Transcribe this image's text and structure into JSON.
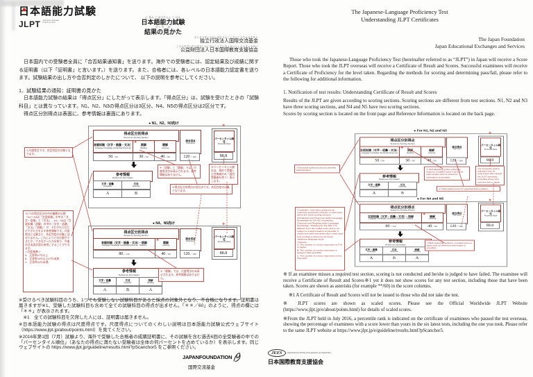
{
  "colors": {
    "annotation_red": "#b23a34",
    "table_border_red": "#9e3a34",
    "logo_red": "#dd2418",
    "paper": "#fdfdfc"
  },
  "left_page": {
    "logo": {
      "wordmark": "日本語能力試験",
      "acronym": "JLPT",
      "tagline": "Japanese-Language Proficiency Test"
    },
    "doc_title": {
      "furigana1": "に ほん ご のうりょく し けん",
      "line1": "日本語能力試験",
      "furigana2": "けっ か　 み",
      "line2": "結果の見かた"
    },
    "orgs": [
      {
        "furigana": "どくりつぎょうせいほうじんこくさいこうりゅうききん",
        "name": "独立行政法人国際交流基金"
      },
      {
        "furigana": "こうえきざいだんほうじんにほんこくさいきょういくしえんきょうかい",
        "name": "公益財団法人日本国際教育支援協会"
      }
    ],
    "intro": "　日本国内での受験者全員に「合否結果通知書」を送ります。海外での受験者には、認定結果及び成績に関する証明書（以下「証明書」と言います。）を送ります。また、合格者には、各レベルの日本語能力認定書を送ります。試験結果の出し方や合否判定のしかたについて、 以下の説明を参考にしてください。",
    "section1_heading": "1．試験結果の通知：証明書の見かた",
    "section1_body": "　日本語能力試験の結果は「得点区分」にしたがって表示します。「得点区分」は、試験を受けたときの「試験科目」とは異なっています。N1、N2、N3の得点区分は3区分、N4、N5の得点区分は2区分です。\n　得点区分別得点は表面に、参考情報は裏面にあります。",
    "captions": {
      "n123": "● N1、N2、N3向け",
      "n45": "● N4、N5向け"
    },
    "callouts": {
      "c1": "①尺度得点です。合否判定の対象となります。",
      "c3": "③1つの得点区分の中の複数の分野（N1〜N3は「言語知識」の中の「文字・語彙」と「文法」、N4、N5は「言語知識・読解」の中の「文字・語彙」「文法」「読解」）が、それぞれどれだけできたかを示す参考情報です。尺度得点とは異なり、合否判定の対象にはなりません。これによりどの分野ができたか／できなかったかを知り、今後の日本語学習の参考にすることができます。\n＜判定基準＞\nA　正答率67％以上\nB　正答率34％以上67％未満\nC　正答率34％未満",
      "c4_n123": "④「読解」と「聴解」では、尺度得点のみ表示されます。参考情報はありません。",
      "c2": "②得点区分別得点の合計点です。合否判定の対象となります。",
      "c5": "⑤パーセンタイル順位は、海外で受験した合格者のみ（国内受験者を除く）表示します。",
      "c4_n45": "④「聴解」では、尺度得点のみ表示されます。参考情報はありません。"
    },
    "notes": [
      "※受けるべき試験科目のうち、1つでも受験しない試験科目があると採点の対象外となり、不合格になります。証明書は届きますが※1、受験した試験科目も含めて全ての試験科目の得点が出ません。「＊＊／60」のように、得点の欄には「＊＊」が表示されます。",
      "　※1　全ての試験科目を欠席した人には、証明書は届きません。",
      "※日本語能力試験の得点は尺度得点です。尺度得点についてのくわしい説明は日本語能力試験公式ウェブサイト（https://www.jlpt.jp/about/points.html）を見てください。",
      "※2016年第1回（7月）試験より、海外で受験した合格者の成績証明書に、その試験を含む過去6回の全受験者の中での「パーセンタイル順位」（あなたの得点に満たない受験者は全体の何パーセントを占めているか）を表示します。同じウェブサイトの https://www.jlpt.jp/guideline/results.html?pScanchor5 をご参照ください。"
    ],
    "footer": {
      "logo_name": "JAPANFOUNDATION",
      "logo_sub": "国際交流基金"
    }
  },
  "right_page": {
    "title_line1": "The Japanese-Language Proficiency Test",
    "title_line2": "Understanding JLPT Certificates",
    "orgs": [
      "The Japan Foundation",
      "Japan Educational Exchanges and Services"
    ],
    "intro": "Those who took the Japanese-Language Proficiency Test (hereinafter referred to as “JLPT”) in Japan will receive a Score Report. Those who took the JLPT overseas will receive a Certificate of Result and Scores. Successful examinees will receive a Certificate of Proficiency for the level taken. Regarding the methods for scoring and determining pass/fail, please refer to the following for additional information.",
    "section1_heading": "1.   Notification of test results: Understanding Certificate of Result and Scores",
    "section1_body": "Results of the JLPT are given according to scoring sections. Scoring sections are different from test sections. N1, N2 and N3 have three scoring sections, and N4 and N5 have two scoring sections.\nScores by scoring section is located on the front page and Reference Information is located on the back page.",
    "captions": {
      "n123": "● For N1, N2 and N3",
      "n45": "● For N4 and N5"
    },
    "callouts": {
      "c1": "①Sectional scaled scores for pass/fail determination.",
      "c3": "③Indicates “how many questions an examinee answered correctly” in each area within the same scoring sections (Vocabulary and Grammar within Language Knowledge for N1–N3; Vocabulary, Grammar and Reading within Language Knowledge・Reading for N4–N5). It is different from the scaled score and is not subject to a determination of pass/fail. It shows how well examinees did in each area and provides a reference for future Japanese-language study.\n<Criteria>\nA: The number of correct responses is 67% or higher.\nB: The number of correct responses is between 34% and 66%.\nC: The number of correct responses is less than 34%.",
      "c4_n123": "④ With Reading and/or Listening sections, a scaled score is given for each section and no reference information is provided.",
      "c2": "② Total scaled score for pass/fail determination.",
      "c5": "⑤A percentile rank is indicated only for examinees who passed the JLPT overseas, excluding those who took the test in Japan.",
      "c4_n45": "④With Listening sections, a scaled score is given and no reference information is provided."
    },
    "notes": [
      "※ If an examinee misses a required test section, scoring is not conducted and he/she is judged to have failed. The examinee will receive a  Certificate of Result and Scores※1 yet it does not show scores for any test section, including those that have been taken. Scores are shown as asterisks (for example **/60) in the score columns.",
      "※1  A Certificate of Result and Scores will not be issued to those who did not take the test.",
      "※ JLPT scores are shown as scaled scores. Please see the Official Worldwide JLPT Website (https://www.jlpt.jp/e/about/points.html) for details of scaled scores.",
      "※From the JLPT held in July 2016, a percentile rank is indicated on the certificate of examinees who passed the test overseas, showing the percentage of examinees with a score lower than yours in the six latest tests, including the one you took. Please refer to the same JLPT website at https://www.jlpt.jp/e/guideline/results.html?pScanchor5."
    ],
    "footer": {
      "logo_abbr": "JEES",
      "logo_caps": "JAPAN EDUCATIONAL EXCHANGES and SERVICES",
      "logo_sub": "日本国際教育支援協会"
    }
  },
  "score_report": {
    "markers": {
      "m1": "①",
      "m2": "②",
      "m3": "③",
      "m4": "④",
      "m5": "⑤"
    },
    "n123": {
      "header_jp": "得点区分別得点",
      "header_en": "Scores by Scoring Section",
      "columns": [
        {
          "jp": "言語知識（文字・語彙・文法）",
          "en": "Language Knowledge (Vocabulary/Grammar)",
          "value": "50",
          "denom": "／60"
        },
        {
          "jp": "読解",
          "en": "Reading",
          "value": "30",
          "denom": "／60"
        },
        {
          "jp": "聴解",
          "en": "Listening",
          "value": "40",
          "denom": "／60"
        }
      ],
      "total": {
        "jp": "総合得点",
        "en": "Total Score",
        "value": "120",
        "denom": "／180"
      },
      "percentile": {
        "jp": "パーセンタイル順位",
        "en": "Percentile Rank",
        "value": "88.8"
      },
      "reference": {
        "header_jp": "参考情報",
        "header_en": "Reference Information",
        "columns": [
          {
            "jp": "文字・語彙",
            "en": "Vocabulary",
            "grade": "A"
          },
          {
            "jp": "文法",
            "en": "Grammar",
            "grade": "B"
          }
        ]
      }
    },
    "n45": {
      "header_jp": "得点区分別得点",
      "header_en": "Scores by Scoring Section",
      "columns": [
        {
          "jp": "言語知識（文字・語彙・文法）・読解",
          "en": "Language Knowledge (Vocabulary/Grammar)・Reading",
          "value": "80",
          "denom": "／120"
        },
        {
          "jp": "聴解",
          "en": "Listening",
          "value": "40",
          "denom": "／60"
        }
      ],
      "total": {
        "jp": "総合得点",
        "en": "Total Score",
        "value": "120",
        "denom": "／180"
      },
      "percentile": {
        "jp": "パーセンタイル順位",
        "en": "Percentile Rank",
        "value": "88.8"
      },
      "reference": {
        "header_jp": "参考情報",
        "header_en": "Reference Information",
        "columns": [
          {
            "jp": "文字・語彙",
            "en": "Vocabulary",
            "grade": "A"
          },
          {
            "jp": "文法",
            "en": "Grammar",
            "grade": "B"
          },
          {
            "jp": "読解",
            "en": "Reading",
            "grade": "A"
          }
        ]
      }
    }
  }
}
